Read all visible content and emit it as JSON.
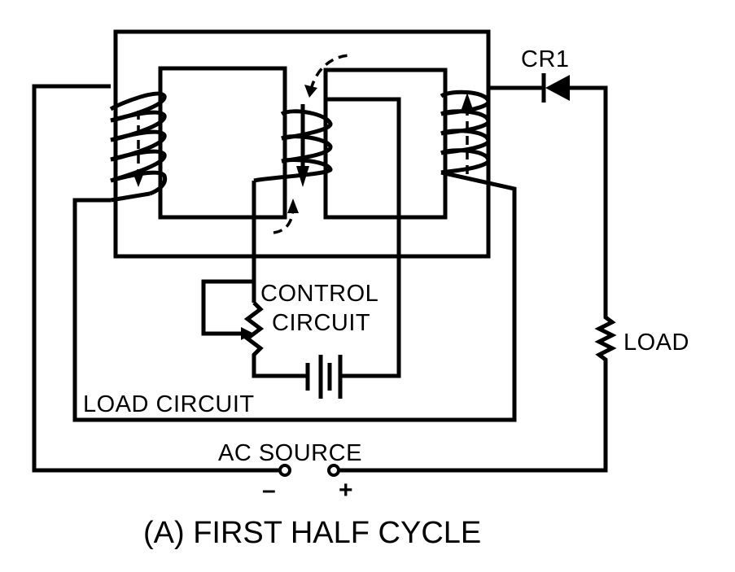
{
  "diagram": {
    "labels": {
      "diode": "CR1",
      "load_resistor": "LOAD",
      "control_circuit_line1": "CONTROL",
      "control_circuit_line2": "CIRCUIT",
      "load_circuit": "LOAD CIRCUIT",
      "ac_source": "AC SOURCE",
      "minus_terminal": "–",
      "plus_terminal": "+"
    },
    "caption": "(A)  FIRST HALF CYCLE"
  }
}
